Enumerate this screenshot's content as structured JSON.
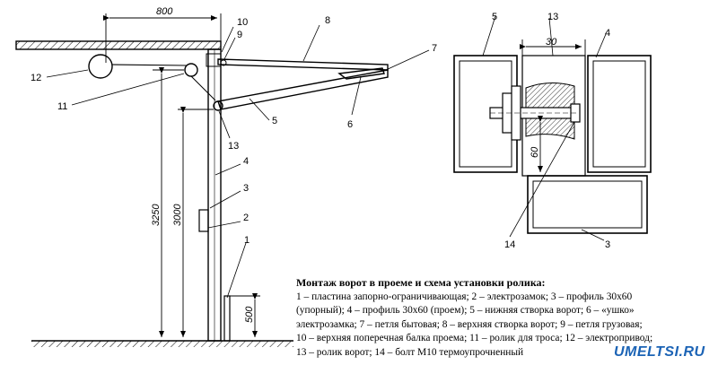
{
  "dimensions": {
    "width_top": "800",
    "height_total": "3250",
    "height_opening": "3000",
    "height_lock": "500",
    "roller_width": "30",
    "roller_offset": "60"
  },
  "callouts": {
    "n1": "1",
    "n2": "2",
    "n3": "3",
    "n4": "4",
    "n5": "5",
    "n6": "6",
    "n7": "7",
    "n8": "8",
    "n9": "9",
    "n10": "10",
    "n11": "11",
    "n12": "12",
    "n13": "13",
    "detail_n3": "3",
    "detail_n4": "4",
    "detail_n5": "5",
    "detail_n13": "13",
    "detail_n14": "14"
  },
  "caption": {
    "title": "Монтаж ворот в проеме и схема установки ролика:",
    "lines": [
      "1 – пластина запорно-ограничивающая; 2 – электрозамок; 3 – профиль 30х60",
      "(упорный); 4 – профиль 30х60 (проем); 5 – нижняя створка ворот; 6 – «ушко»",
      "электрозамка; 7 – петля бытовая; 8 – верхняя створка ворот; 9 – петля грузовая;",
      "10 – верхняя поперечная балка проема; 11 – ролик для троса; 12 – электропривод;",
      "13 – ролик ворот; 14 – болт М10 термоупрочненный"
    ]
  },
  "watermark": "UMELTSI.RU"
}
